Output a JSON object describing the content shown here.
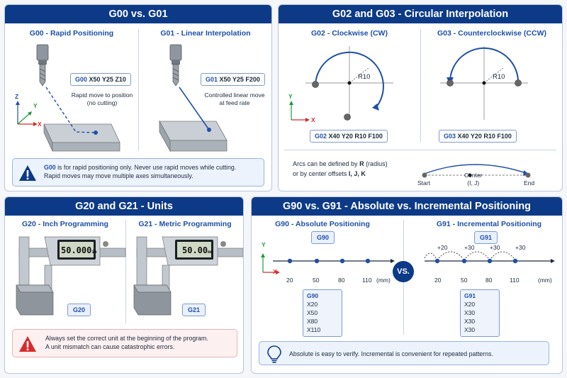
{
  "panels": {
    "g00_g01": {
      "title": "G00 vs. G01",
      "left": {
        "code": "G00",
        "subtitle_rest": " - Rapid Positioning",
        "command_code": "G00",
        "command_rest": " X50 Y25 Z10",
        "desc_line1": "Rapid move to position",
        "desc_line2": "(no cutting)"
      },
      "right": {
        "code": "G01",
        "subtitle_rest": " - Linear Interpolation",
        "command_code": "G01",
        "command_rest": " X50 Y25 F200",
        "desc_line1": "Controlled linear move",
        "desc_line2": "at feed rate"
      },
      "axes": {
        "x": "X",
        "y": "Y",
        "z": "Z"
      },
      "note": {
        "code": "G00",
        "line1_rest": " is for rapid positioning only.  Never use rapid moves while cutting.",
        "line2": "Rapid moves may move multiple axes simultaneously."
      }
    },
    "g02_g03": {
      "title": "G02 and G03 - Circular Interpolation",
      "left": {
        "code": "G02",
        "subtitle_rest": " - Clockwise (CW)",
        "radius_label": "R10",
        "command_code": "G02",
        "command_rest": " X40 Y20 R10 F100"
      },
      "right": {
        "code": "G03",
        "subtitle_rest": " - Counterclockwise (CCW)",
        "radius_label": "R10",
        "command_code": "G03",
        "command_rest": " X40 Y20 R10 F100"
      },
      "axes": {
        "x": "X",
        "y": "Y"
      },
      "arc_note": {
        "line1_pre": "Arcs can be defined by ",
        "line1_bold": "R",
        "line1_post": " (radius)",
        "line2_pre": "or by center offsets ",
        "line2_bold": "I, J, K"
      },
      "arc_diagram": {
        "start": "Start",
        "end": "End",
        "center": "Center",
        "center_sub": "(I, J)"
      }
    },
    "g20_g21": {
      "title": "G20 and G21 - Units",
      "left": {
        "code": "G20",
        "subtitle_rest": " - Inch Programming",
        "display": "50.000",
        "display_unit": "in",
        "tag": "G20"
      },
      "right": {
        "code": "G21",
        "subtitle_rest": " - Metric Programming",
        "display": "50.00",
        "display_unit": "mm",
        "tag": "G21"
      },
      "note": {
        "line1": "Always set the correct unit at the beginning of the program.",
        "line2": "A unit mismatch can cause catastrophic errors."
      }
    },
    "g90_g91": {
      "title": "G90 vs. G91 - Absolute vs. Incremental Positioning",
      "left": {
        "code": "G90",
        "subtitle_rest": " - Absolute Positioning",
        "tag": "G90",
        "ticks": [
          "20",
          "50",
          "80",
          "110"
        ],
        "unit": "(mm)",
        "list_head": "G90",
        "list": [
          "X20",
          "X50",
          "X80",
          "X110"
        ]
      },
      "right": {
        "code": "G91",
        "subtitle_rest": " - Incremental Positioning",
        "tag": "G91",
        "ticks": [
          "20",
          "50",
          "80",
          "110"
        ],
        "unit": "(mm)",
        "increments": [
          "+20",
          "+30",
          "+30",
          "+30"
        ],
        "list_head": "G91",
        "list": [
          "X20",
          "X30",
          "X30",
          "X30"
        ]
      },
      "axes": {
        "x": "X",
        "y": "Y"
      },
      "vs": "VS.",
      "note": "Absolute is easy to verify. Incremental is convenient for repeated patterns."
    }
  },
  "icons": {
    "warning": "warning-triangle-icon",
    "caution": "caution-triangle-icon",
    "tip": "lightbulb-icon"
  },
  "colors": {
    "header": "#0d3a86",
    "accent": "#1e4fa8",
    "warning_red": "#d62b2b",
    "axis_green": "#1e9a3c",
    "axis_red": "#d62b2b"
  }
}
